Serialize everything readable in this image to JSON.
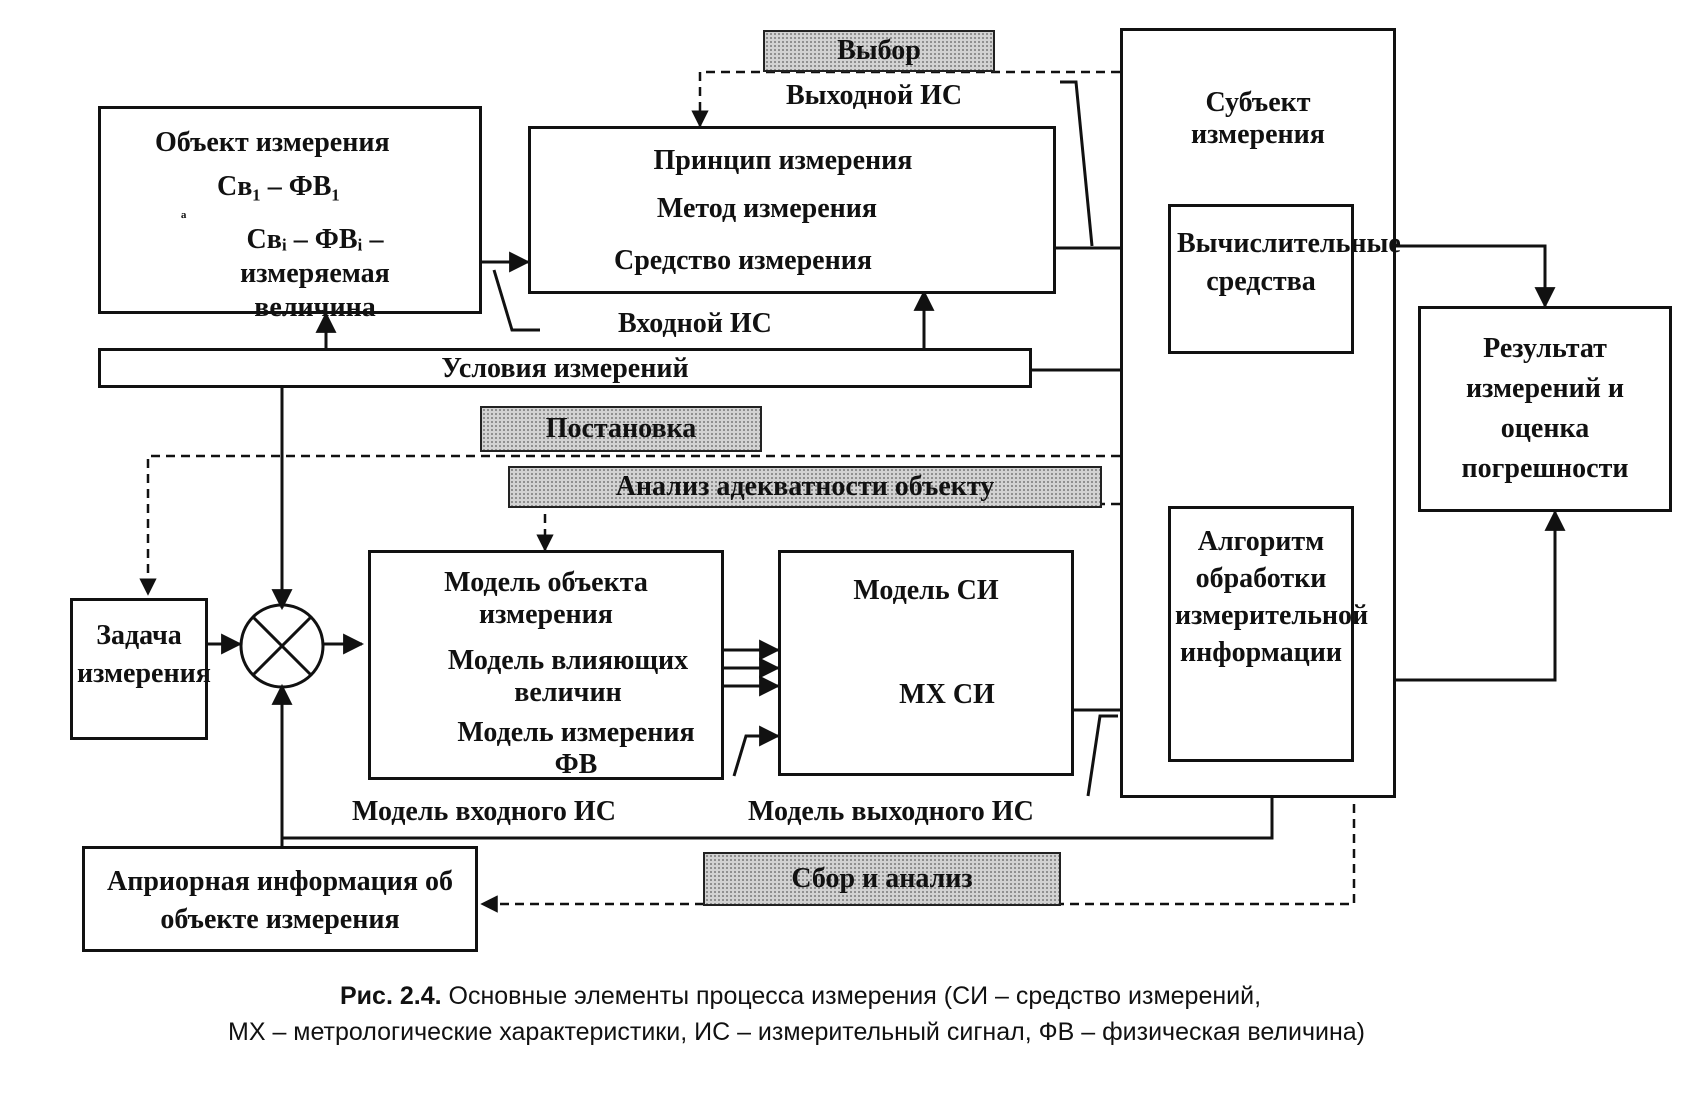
{
  "labels": {
    "choice": "Выбор",
    "output_is": "Выходной ИС",
    "input_is": "Входной ИС",
    "subject": "Субъект измерения",
    "object": "Объект измерения",
    "property1": "Св₁ – ФВ₁",
    "property_i": "Свᵢ – ФВᵢ – измеряемая величина",
    "principle": "Принцип измерения",
    "method": "Метод измерения",
    "instrument": "Средство измерения",
    "computing": "Вычислительные средства",
    "result": "Результат измерений и оценка погрешности",
    "conditions": "Условия измерений",
    "setting": "Постановка",
    "adequacy": "Анализ адекватности объекту",
    "task": "Задача измерения",
    "object_model": "Модель объекта измерения",
    "influence_model": "Модель влияющих величин",
    "measurement_model": "Модель измерения ФВ",
    "si_model": "Модель СИ",
    "mx_si": "МХ СИ",
    "algorithm": "Алгоритм обработки измерительной информации",
    "input_model": "Модель входного ИС",
    "output_model": "Модель выходного ИС",
    "collect": "Сбор и анализ",
    "apriori": "Априорная информация об объекте измерения",
    "dots": "ª"
  },
  "caption": {
    "bold": "Рис. 2.4.",
    "line1": "Основные элементы процесса измерения (СИ – средство измерений,",
    "line2": "МХ – метрологические характеристики, ИС – измерительный сигнал, ФВ – физическая величина)"
  }
}
